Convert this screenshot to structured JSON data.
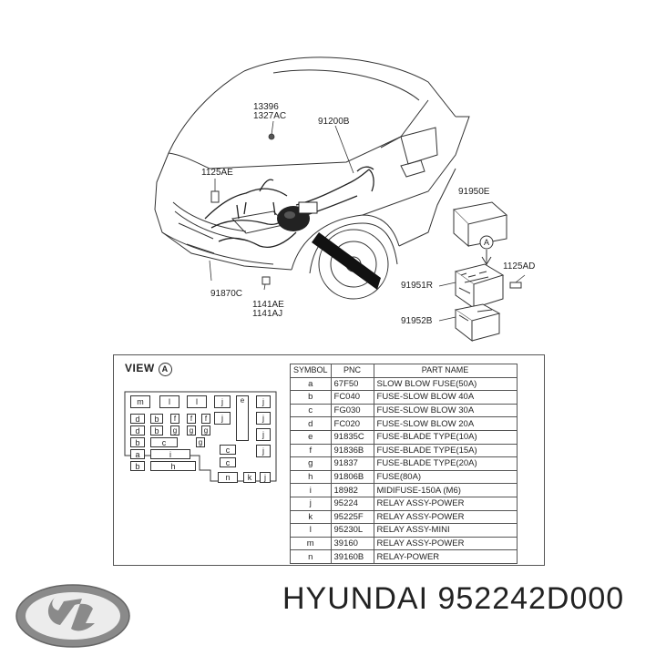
{
  "diagram": {
    "callouts": {
      "c13396": "13396",
      "c1327ac": "1327AC",
      "c91200b": "91200B",
      "c1125ae": "1125AE",
      "c91950e": "91950E",
      "c1125ad": "1125AD",
      "c91951r": "91951R",
      "c91952b": "91952B",
      "c91870c": "91870C",
      "c1141ae": "1141AE",
      "c1141aj": "1141AJ",
      "view_marker": "A"
    },
    "view": {
      "title": "VIEW",
      "marker": "A"
    },
    "fuse_box_letters": {
      "m": "m",
      "l1": "l",
      "l2": "l",
      "j1": "j",
      "e": "e",
      "j2": "j",
      "j3": "j",
      "j4": "j",
      "j5": "j",
      "j6": "j",
      "d1": "d",
      "b1": "b",
      "f1": "f",
      "f2": "f",
      "f3": "f",
      "d2": "d",
      "b2": "b",
      "g1": "g",
      "g2": "g",
      "g3": "g",
      "b3": "b",
      "c1": "c",
      "a": "a",
      "i": "i",
      "g4": "g",
      "b4": "b",
      "h": "h",
      "c2": "c",
      "c3": "c",
      "n": "n",
      "k": "k",
      "j7": "j"
    },
    "parts_table": {
      "headers": [
        "SYMBOL",
        "PNC",
        "PART NAME"
      ],
      "rows": [
        [
          "a",
          "67F50",
          "SLOW BLOW FUSE(50A)"
        ],
        [
          "b",
          "FC040",
          "FUSE-SLOW BLOW 40A"
        ],
        [
          "c",
          "FG030",
          "FUSE-SLOW BLOW 30A"
        ],
        [
          "d",
          "FC020",
          "FUSE-SLOW BLOW 20A"
        ],
        [
          "e",
          "91835C",
          "FUSE-BLADE TYPE(10A)"
        ],
        [
          "f",
          "91836B",
          "FUSE-BLADE TYPE(15A)"
        ],
        [
          "g",
          "91837",
          "FUSE-BLADE TYPE(20A)"
        ],
        [
          "h",
          "91806B",
          "FUSE(80A)"
        ],
        [
          "i",
          "18982",
          "MIDIFUSE-150A (M6)"
        ],
        [
          "j",
          "95224",
          "RELAY ASSY-POWER"
        ],
        [
          "k",
          "95225F",
          "RELAY ASSY-POWER"
        ],
        [
          "l",
          "95230L",
          "RELAY ASSY-MINI"
        ],
        [
          "m",
          "39160",
          "RELAY ASSY-POWER"
        ],
        [
          "n",
          "39160B",
          "RELAY-POWER"
        ]
      ]
    }
  },
  "brand": {
    "caption": "HYUNDAI 952242D000",
    "logo_color": "#8a8a8a"
  }
}
